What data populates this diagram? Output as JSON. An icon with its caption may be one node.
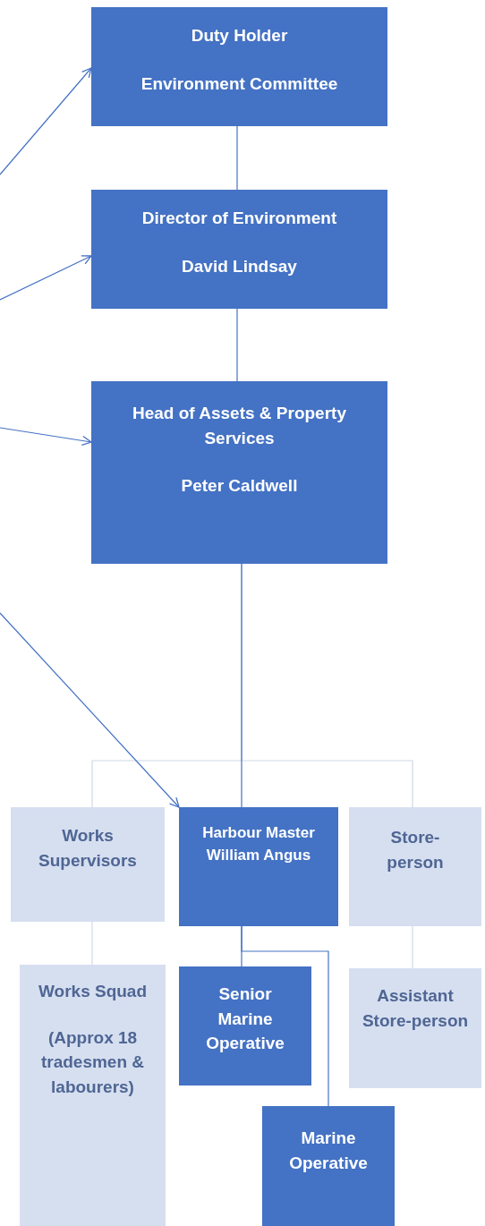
{
  "diagram": {
    "nodes": [
      {
        "text": [
          "Duty Holder",
          "Environment Committee"
        ]
      },
      {
        "text": [
          "Director of Environment",
          "David Lindsay"
        ]
      },
      {
        "text": [
          "Head of Assets & Property Services",
          "Peter Caldwell"
        ]
      },
      {
        "text": [
          "Works Supervisors"
        ]
      },
      {
        "text": [
          "Harbour Master William Angus"
        ]
      },
      {
        "text": [
          "Store-person"
        ]
      },
      {
        "text": [
          "Works Squad",
          "(Approx 18 tradesmen & labourers)"
        ]
      },
      {
        "text": [
          "Senior Marine Operative"
        ]
      },
      {
        "text": [
          "Assistant Store-person"
        ]
      },
      {
        "text": [
          "Marine Operative"
        ]
      }
    ],
    "edges": [
      {
        "from": null,
        "to": 0,
        "arrow": "to"
      },
      {
        "from": null,
        "to": 1,
        "arrow": "to"
      },
      {
        "from": null,
        "to": 2,
        "arrow": "to"
      },
      {
        "from": null,
        "to": 4,
        "arrow": "to"
      },
      {
        "from": 0,
        "to": 1,
        "arrow": "none"
      },
      {
        "from": 1,
        "to": 2,
        "arrow": "none"
      },
      {
        "from": 2,
        "to": 3,
        "arrow": "none",
        "color": "#d0d8e8"
      },
      {
        "from": 2,
        "to": 5,
        "arrow": "none",
        "color": "#d0d8e8"
      },
      {
        "from": 2,
        "to": 4,
        "arrow": "none"
      },
      {
        "from": 3,
        "to": 6,
        "arrow": "none",
        "color": "#d0d8e8"
      },
      {
        "from": 4,
        "to": 7,
        "arrow": "none"
      },
      {
        "from": 4,
        "to": 9,
        "arrow": "none"
      },
      {
        "from": 5,
        "to": 8,
        "arrow": "none",
        "color": "#d0d8e8"
      }
    ]
  }
}
